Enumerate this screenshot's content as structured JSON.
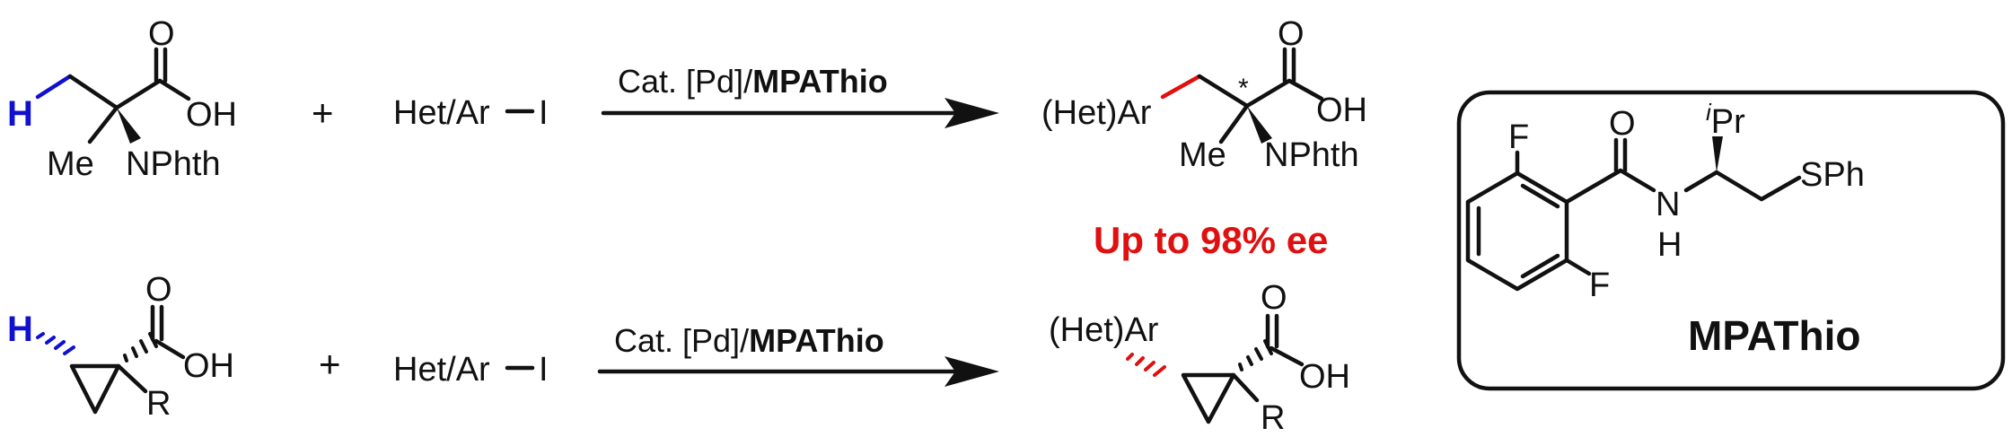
{
  "colors": {
    "ink": "#111111",
    "hydrogen": "#1010d0",
    "new_bond": "#e01010",
    "highlight_text": "#e01010",
    "box_border": "#111111",
    "background": "#ffffff"
  },
  "reaction1": {
    "substrate": {
      "h": "H",
      "o": "O",
      "oh": "OH",
      "me": "Me",
      "nphth": "NPhth"
    },
    "plus": "+",
    "reagent": {
      "left": "Het/Ar",
      "right": "I"
    },
    "conditions": {
      "prefix": "Cat. [Pd]/",
      "ligand": "MPAThio"
    },
    "product": {
      "aryl": "(Het)Ar",
      "star": "*",
      "o": "O",
      "oh": "OH",
      "me": "Me",
      "nphth": "NPhth"
    }
  },
  "reaction2": {
    "substrate": {
      "h": "H",
      "o": "O",
      "oh": "OH",
      "r": "R"
    },
    "plus": "+",
    "reagent": {
      "left": "Het/Ar",
      "right": "I"
    },
    "conditions": {
      "prefix": "Cat. [Pd]/",
      "ligand": "MPAThio"
    },
    "product": {
      "aryl": "(Het)Ar",
      "o": "O",
      "oh": "OH",
      "r": "R"
    }
  },
  "selectivity": "Up to 98% ee",
  "ligand_box": {
    "f_top": "F",
    "f_bottom": "F",
    "o": "O",
    "n": "N",
    "nh": "H",
    "ipr_sup": "i",
    "ipr": "Pr",
    "sph": "SPh",
    "name": "MPAThio"
  }
}
